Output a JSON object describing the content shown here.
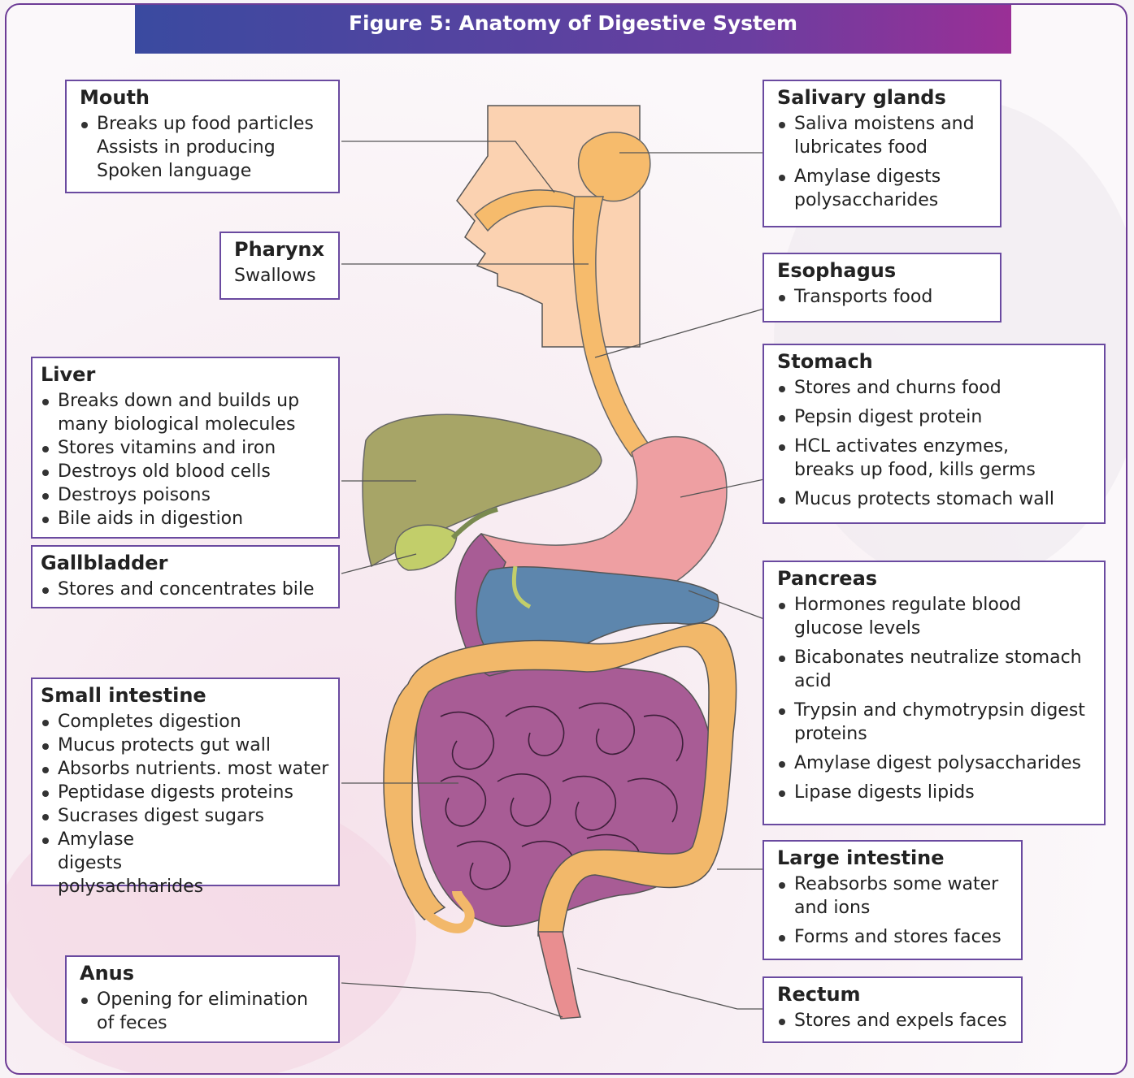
{
  "title": "Figure 5:  Anatomy of Digestive System",
  "labels": {
    "mouth": {
      "heading": "Mouth",
      "items": [
        "Breaks up food particles",
        "Assists in producing",
        "Spoken language"
      ]
    },
    "pharynx": {
      "heading": "Pharynx",
      "text": "Swallows"
    },
    "liver": {
      "heading": "Liver",
      "items": [
        "Breaks down and builds up many biological molecules",
        "Stores vitamins and iron",
        "Destroys old blood cells",
        "Destroys poisons",
        "Bile aids in digestion"
      ]
    },
    "gallbladder": {
      "heading": "Gallbladder",
      "items": [
        "Stores and concentrates bile"
      ]
    },
    "small_intestine": {
      "heading": "Small intestine",
      "items": [
        "Completes digestion",
        "Mucus protects gut wall",
        "Absorbs nutrients. most water",
        "Peptidase digests proteins",
        "Sucrases digest sugars",
        "Amylase digests polysachharides"
      ]
    },
    "anus": {
      "heading": "Anus",
      "items": [
        "Opening for elimination of feces"
      ]
    },
    "salivary_glands": {
      "heading": "Salivary glands",
      "items": [
        "Saliva moistens and lubricates food",
        "Amylase digests polysaccharides"
      ]
    },
    "esophagus": {
      "heading": "Esophagus",
      "items": [
        "Transports food"
      ]
    },
    "stomach": {
      "heading": "Stomach",
      "items": [
        "Stores and churns food",
        "Pepsin digest protein",
        "HCL activates enzymes, breaks up food, kills germs",
        "Mucus protects stomach wall"
      ]
    },
    "pancreas": {
      "heading": "Pancreas",
      "items": [
        "Hormones regulate blood glucose levels",
        "Bicabonates neutralize stomach acid",
        "Trypsin and chymotrypsin digest proteins",
        "Amylase digest polysaccharides",
        "Lipase digests lipids"
      ]
    },
    "large_intestine": {
      "heading": "Large intestine",
      "items": [
        "Reabsorbs some water and ions",
        "Forms and stores faces"
      ]
    },
    "rectum": {
      "heading": "Rectum",
      "items": [
        "Stores and expels faces"
      ]
    }
  },
  "colors": {
    "frame": "#6d3c96",
    "title_start": "#3a4aa0",
    "title_end": "#9a2f96",
    "head": "#fbd2b1",
    "esophagus": "#f6bb6c",
    "liver": "#a7a567",
    "gallbladder": "#c2ce6a",
    "stomach": "#ee9fa2",
    "pancreas": "#5d86ad",
    "small_intestine": "#a85c95",
    "large_intestine": "#f2b86a",
    "rectum": "#e98e90"
  }
}
